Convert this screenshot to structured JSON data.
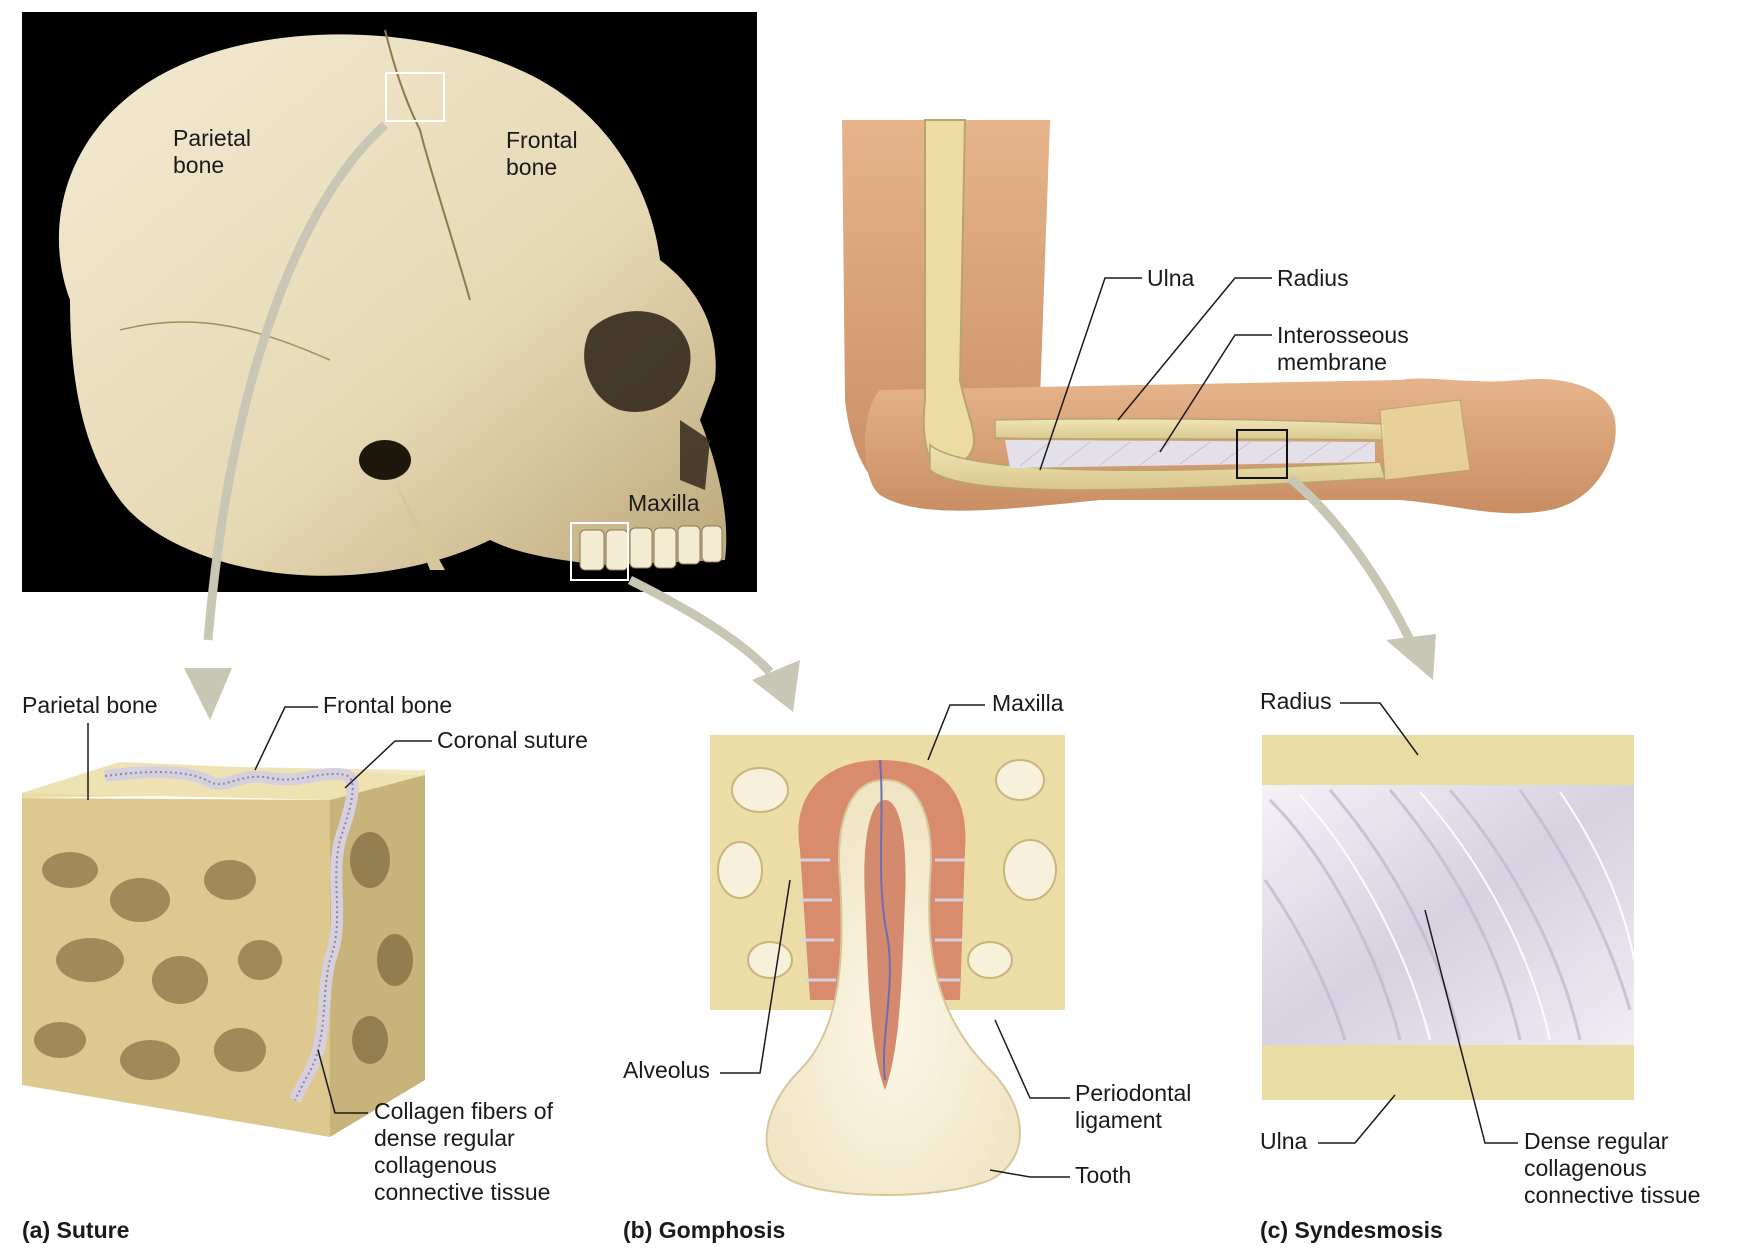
{
  "skull": {
    "parietal": "Parietal bone",
    "frontal": "Frontal bone",
    "maxilla": "Maxilla"
  },
  "forearm": {
    "ulna": "Ulna",
    "radius": "Radius",
    "interosseous": "Interosseous membrane"
  },
  "suture": {
    "parietal": "Parietal bone",
    "frontal": "Frontal bone",
    "coronal": "Coronal suture",
    "collagen": "Collagen fibers of dense regular collagenous connective tissue",
    "caption_letter": "(a)",
    "caption_name": "Suture"
  },
  "gomphosis": {
    "maxilla": "Maxilla",
    "alveolus": "Alveolus",
    "periodontal": "Periodontal ligament",
    "tooth": "Tooth",
    "caption_letter": "(b)",
    "caption_name": "Gomphosis"
  },
  "syndesmosis": {
    "radius": "Radius",
    "ulna": "Ulna",
    "dense": "Dense regular collagenous connective tissue",
    "caption_letter": "(c)",
    "caption_name": "Syndesmosis"
  },
  "colors": {
    "bone": "#e9dcae",
    "photo_bg": "#000000",
    "skin": "#d9a57c",
    "periodontal": "#d98b6e",
    "ligament": "#e6e1ec",
    "arrow": "#c8c6b4",
    "leader": "#1a1a1a"
  }
}
